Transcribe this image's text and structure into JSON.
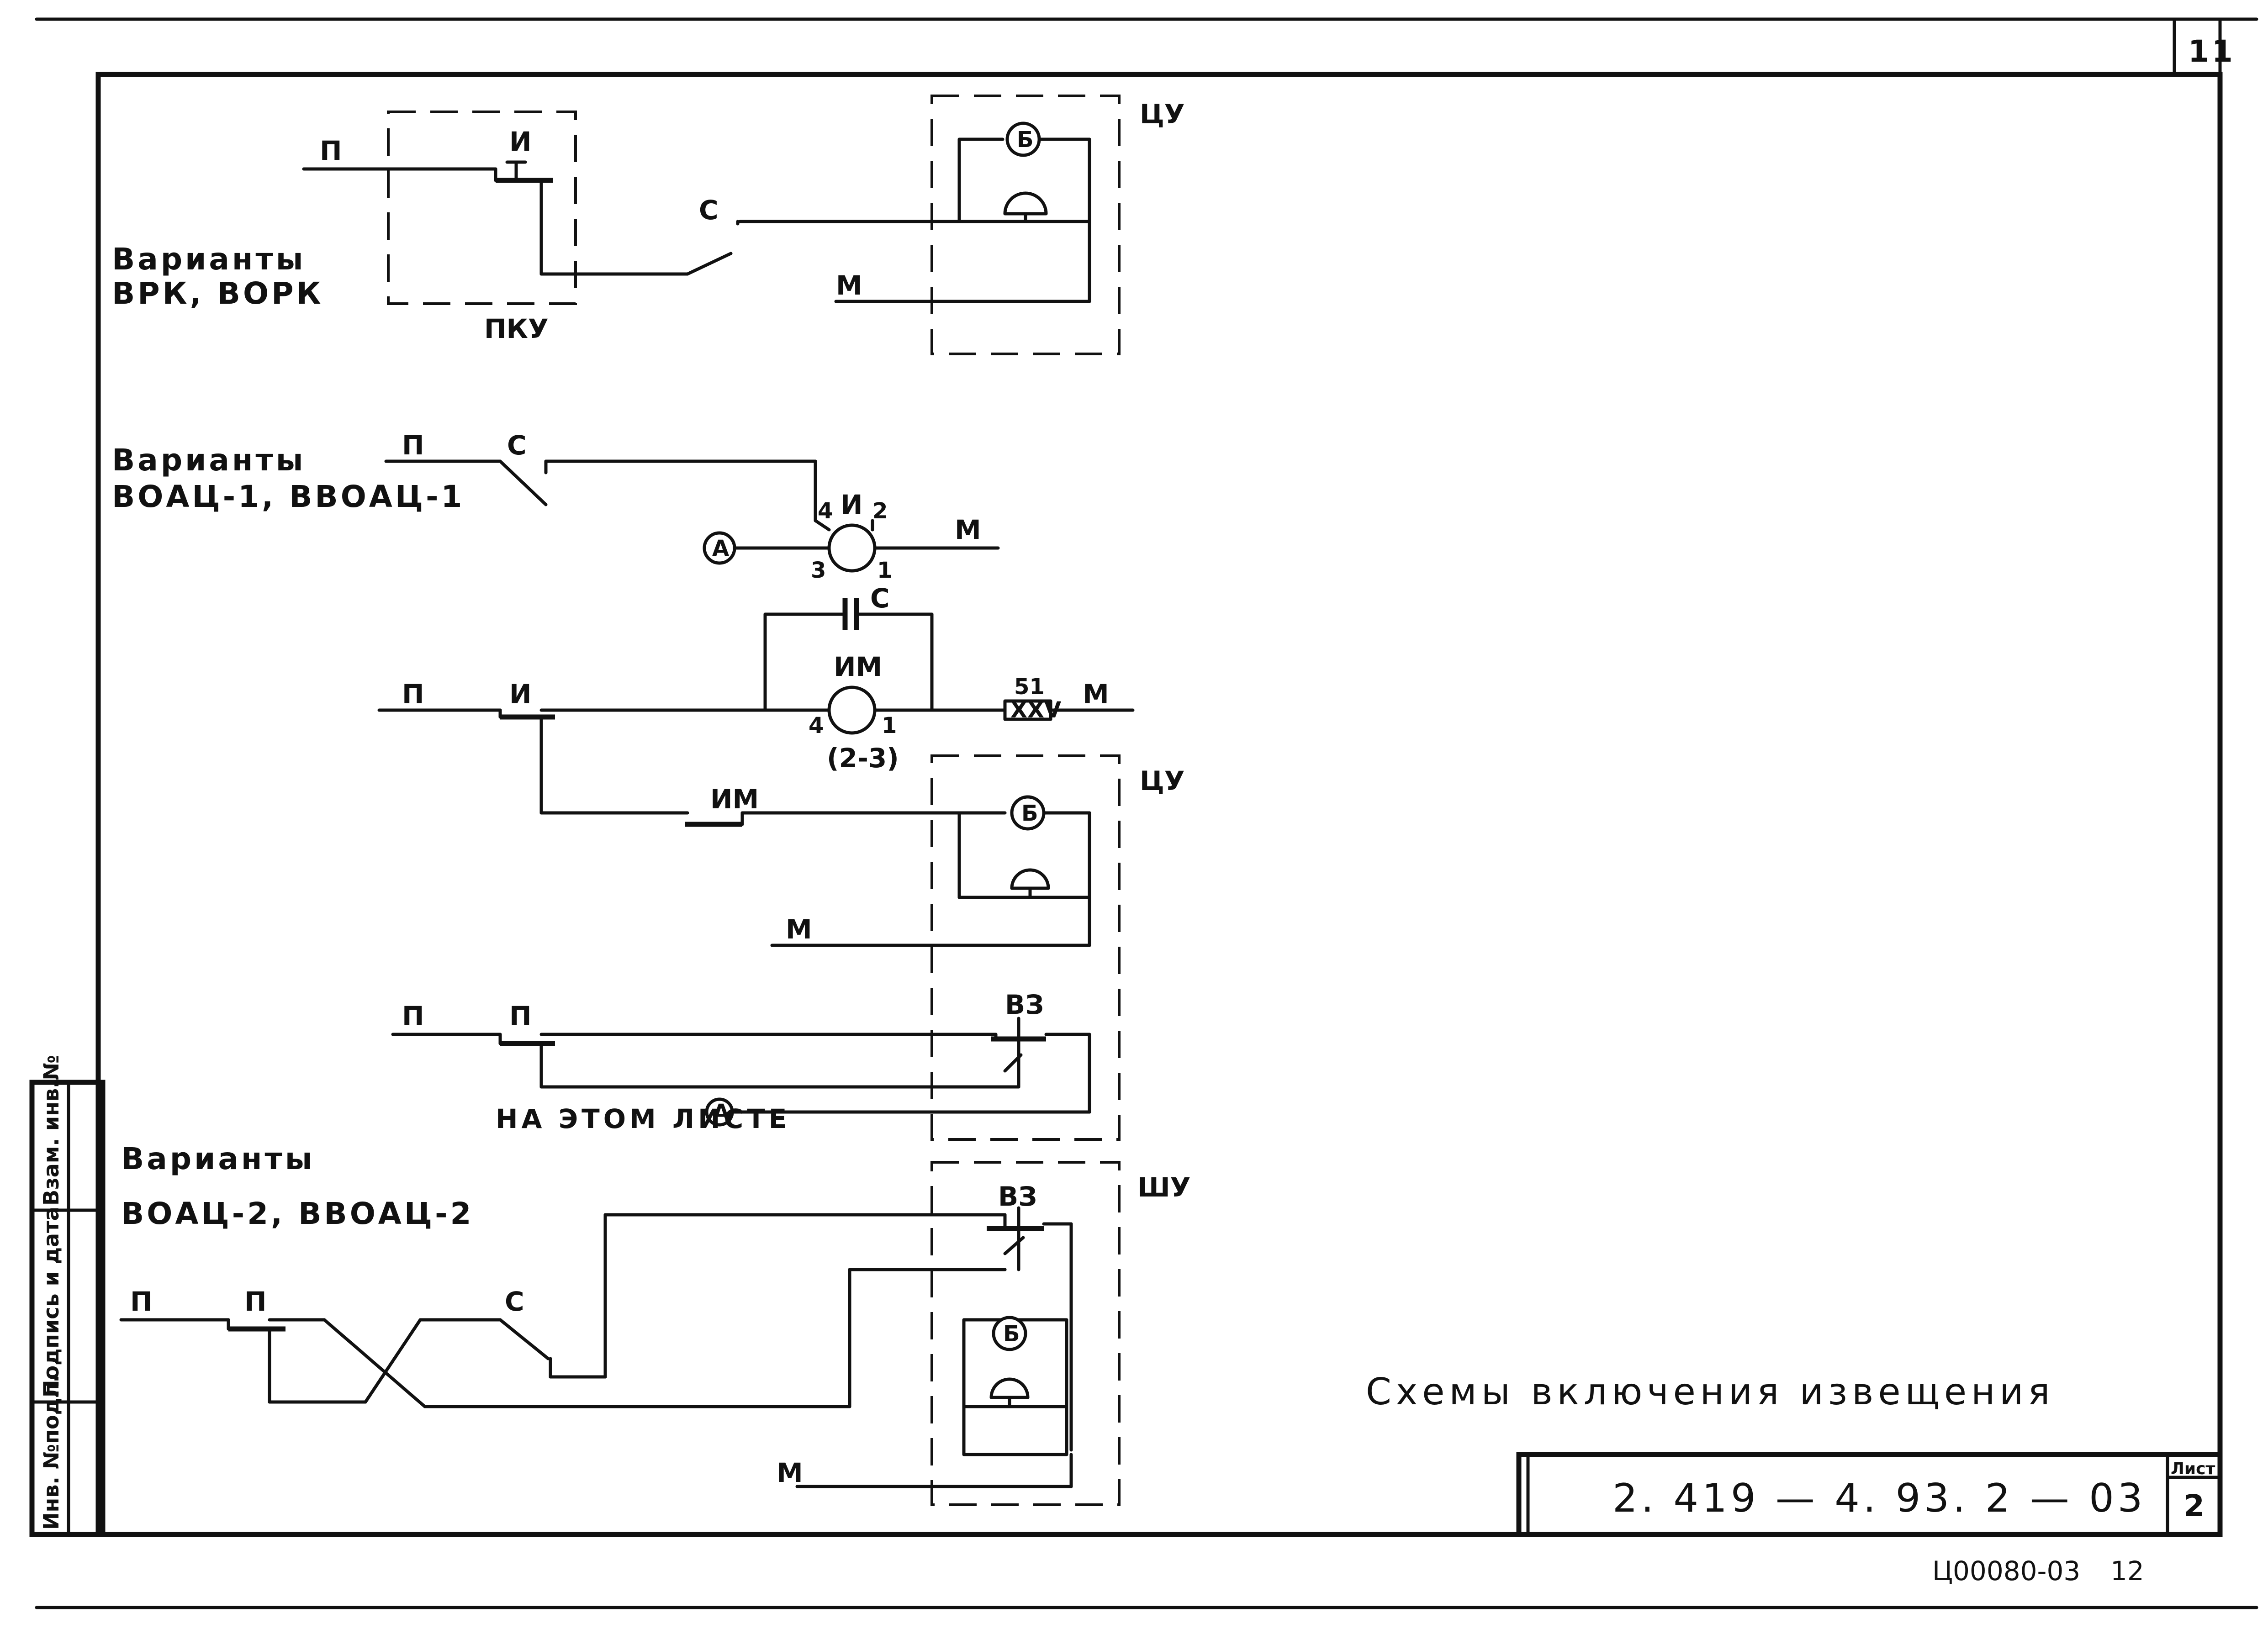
{
  "page_number": "11",
  "left_block": {
    "top": "Инв. №подл.",
    "middle": "Подпись и дата",
    "bottom": "Взам. инв.№"
  },
  "variant_groups": [
    {
      "line1": "Варианты",
      "line2": "ВРК, ВОРК"
    },
    {
      "line1": "Варианты",
      "line2": "ВОАЦ-1, ВВОАЦ-1"
    },
    {
      "line1": "Варианты",
      "line2": "ВОАЦ-2, ВВОАЦ-2"
    }
  ],
  "labels": {
    "p": "П",
    "m": "М",
    "i": "И",
    "s": "С",
    "pku": "ПКУ",
    "tsu": "ЦУ",
    "shu": "ШУ",
    "b": "Б",
    "a": "А",
    "im": "ИМ",
    "vz": "ВЗ",
    "pin4": "4",
    "pin2": "2",
    "pin3": "3",
    "pin1": "1",
    "resistor_value": "51",
    "resistor_body": "XXV",
    "im_range": "(2-3)",
    "this_sheet": "НА ЭТОМ ЛИСТЕ"
  },
  "title_text": "Схемы включения извещения",
  "doc_code": "2. 419 — 4. 93. 2 — 03",
  "sheet_label": "Лист",
  "sheet_number": "2",
  "bottom_stamp": "Ц00080-03",
  "bottom_number": "12"
}
